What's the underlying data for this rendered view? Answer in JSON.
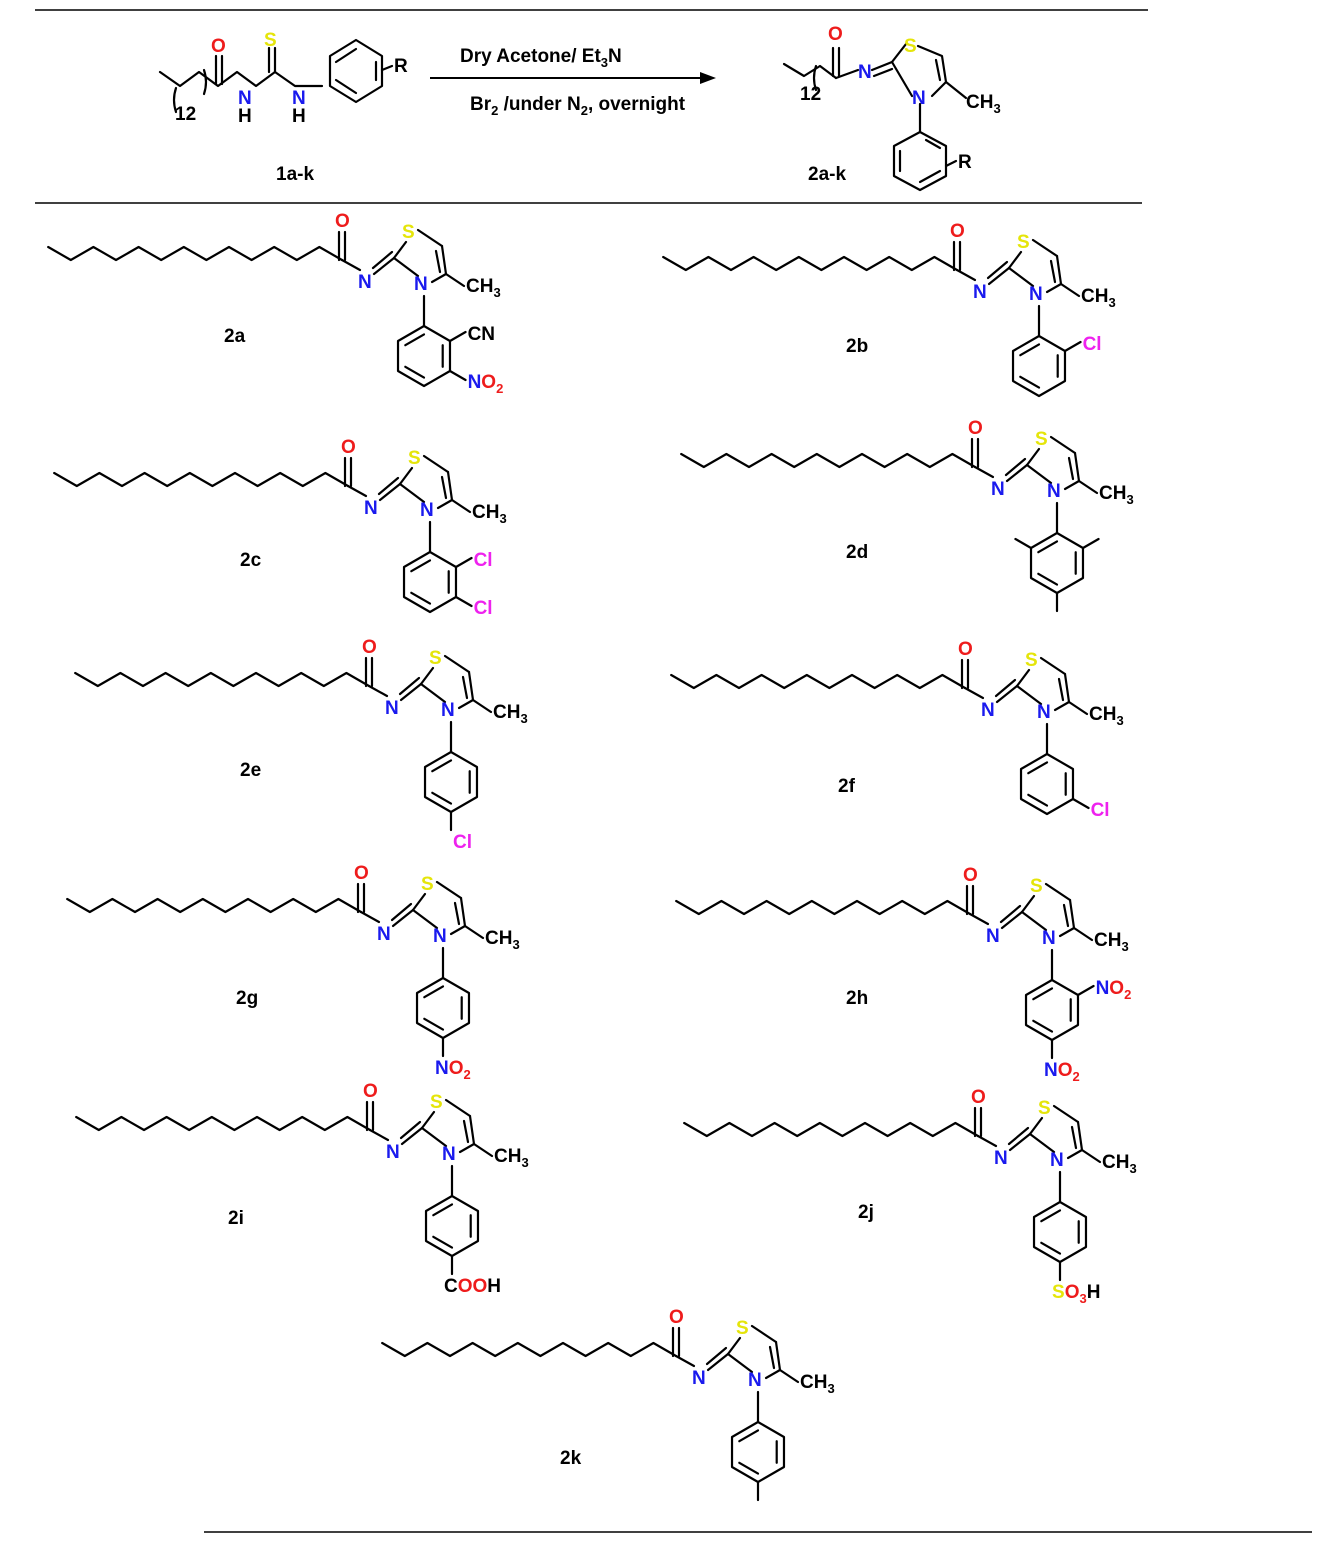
{
  "scheme": {
    "conditions_top": [
      "Dry Acetone/ Et",
      "3",
      "N"
    ],
    "conditions_bottom": [
      "Br",
      "2",
      " /under N",
      "2",
      ", overnight"
    ],
    "reactant_label": "1a-k",
    "product_label": "2a-k",
    "chain_repeat": "12"
  },
  "atoms": {
    "O": "O",
    "S": "S",
    "N": "N",
    "H": "H",
    "R": "R",
    "CH": "CH",
    "three": "3"
  },
  "colors": {
    "O": "#ee1c1c",
    "S": "#e5e50a",
    "N": "#1a1aee",
    "Cl": "#ee22ee",
    "C": "#000000"
  },
  "compounds": [
    {
      "id": "2a",
      "label": "2a",
      "substituents": [
        {
          "text": "CN",
          "kind": "cn",
          "pos": "ortho"
        },
        {
          "text": "NO2",
          "kind": "no2",
          "pos": "meta"
        }
      ]
    },
    {
      "id": "2b",
      "label": "2b",
      "substituents": [
        {
          "text": "Cl",
          "kind": "cl",
          "pos": "ortho"
        }
      ]
    },
    {
      "id": "2c",
      "label": "2c",
      "substituents": [
        {
          "text": "Cl",
          "kind": "cl",
          "pos": "ortho"
        },
        {
          "text": "Cl",
          "kind": "cl",
          "pos": "meta"
        }
      ]
    },
    {
      "id": "2d",
      "label": "2d",
      "substituents": [
        {
          "text": "",
          "kind": "me",
          "pos": "ortho"
        },
        {
          "text": "",
          "kind": "me",
          "pos": "ortho2"
        },
        {
          "text": "",
          "kind": "me",
          "pos": "para"
        }
      ]
    },
    {
      "id": "2e",
      "label": "2e",
      "substituents": [
        {
          "text": "Cl",
          "kind": "cl",
          "pos": "para"
        }
      ]
    },
    {
      "id": "2f",
      "label": "2f",
      "substituents": [
        {
          "text": "Cl",
          "kind": "cl",
          "pos": "meta"
        }
      ]
    },
    {
      "id": "2g",
      "label": "2g",
      "substituents": [
        {
          "text": "NO2",
          "kind": "no2",
          "pos": "para"
        }
      ]
    },
    {
      "id": "2h",
      "label": "2h",
      "substituents": [
        {
          "text": "NO2",
          "kind": "no2",
          "pos": "ortho"
        },
        {
          "text": "NO2",
          "kind": "no2",
          "pos": "para"
        }
      ]
    },
    {
      "id": "2i",
      "label": "2i",
      "substituents": [
        {
          "text": "COOH",
          "kind": "cooh",
          "pos": "para"
        }
      ]
    },
    {
      "id": "2j",
      "label": "2j",
      "substituents": [
        {
          "text": "SO3H",
          "kind": "so3h",
          "pos": "para"
        }
      ]
    },
    {
      "id": "2k",
      "label": "2k",
      "substituents": [
        {
          "text": "",
          "kind": "me",
          "pos": "para"
        }
      ]
    }
  ]
}
